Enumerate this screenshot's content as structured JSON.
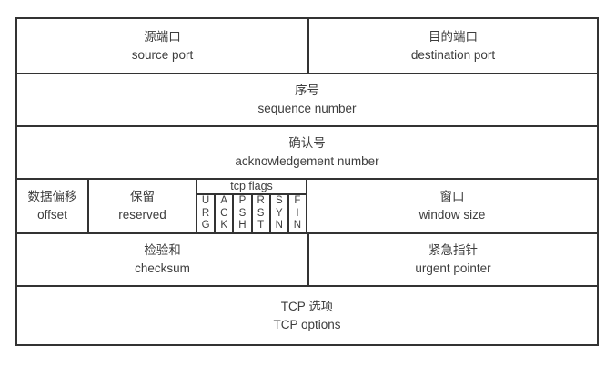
{
  "colors": {
    "border": "#333333",
    "text": "#3d3d3d",
    "background": "#ffffff"
  },
  "table": {
    "row1": {
      "source_port": {
        "zh": "源端口",
        "en": "source port"
      },
      "destination_port": {
        "zh": "目的端口",
        "en": "destination port"
      }
    },
    "row2": {
      "sequence_number": {
        "zh": "序号",
        "en": "sequence number"
      }
    },
    "row3": {
      "acknowledgement_number": {
        "zh": "确认号",
        "en": "acknowledgement number"
      }
    },
    "row4": {
      "offset": {
        "zh": "数据偏移",
        "en": "offset"
      },
      "reserved": {
        "zh": "保留",
        "en": "reserved"
      },
      "flags_label": "tcp flags",
      "flags": [
        {
          "name": "URG",
          "letters": [
            "U",
            "R",
            "G"
          ]
        },
        {
          "name": "ACK",
          "letters": [
            "A",
            "C",
            "K"
          ]
        },
        {
          "name": "PSH",
          "letters": [
            "P",
            "S",
            "H"
          ]
        },
        {
          "name": "RST",
          "letters": [
            "R",
            "S",
            "T"
          ]
        },
        {
          "name": "SYN",
          "letters": [
            "S",
            "Y",
            "N"
          ]
        },
        {
          "name": "FIN",
          "letters": [
            "F",
            "I",
            "N"
          ]
        }
      ],
      "window_size": {
        "zh": "窗口",
        "en": "window size"
      }
    },
    "row5": {
      "checksum": {
        "zh": "检验和",
        "en": "checksum"
      },
      "urgent_pointer": {
        "zh": "紧急指针",
        "en": "urgent pointer"
      }
    },
    "row6": {
      "tcp_options": {
        "zh": "TCP 选项",
        "en": "TCP options"
      }
    }
  }
}
